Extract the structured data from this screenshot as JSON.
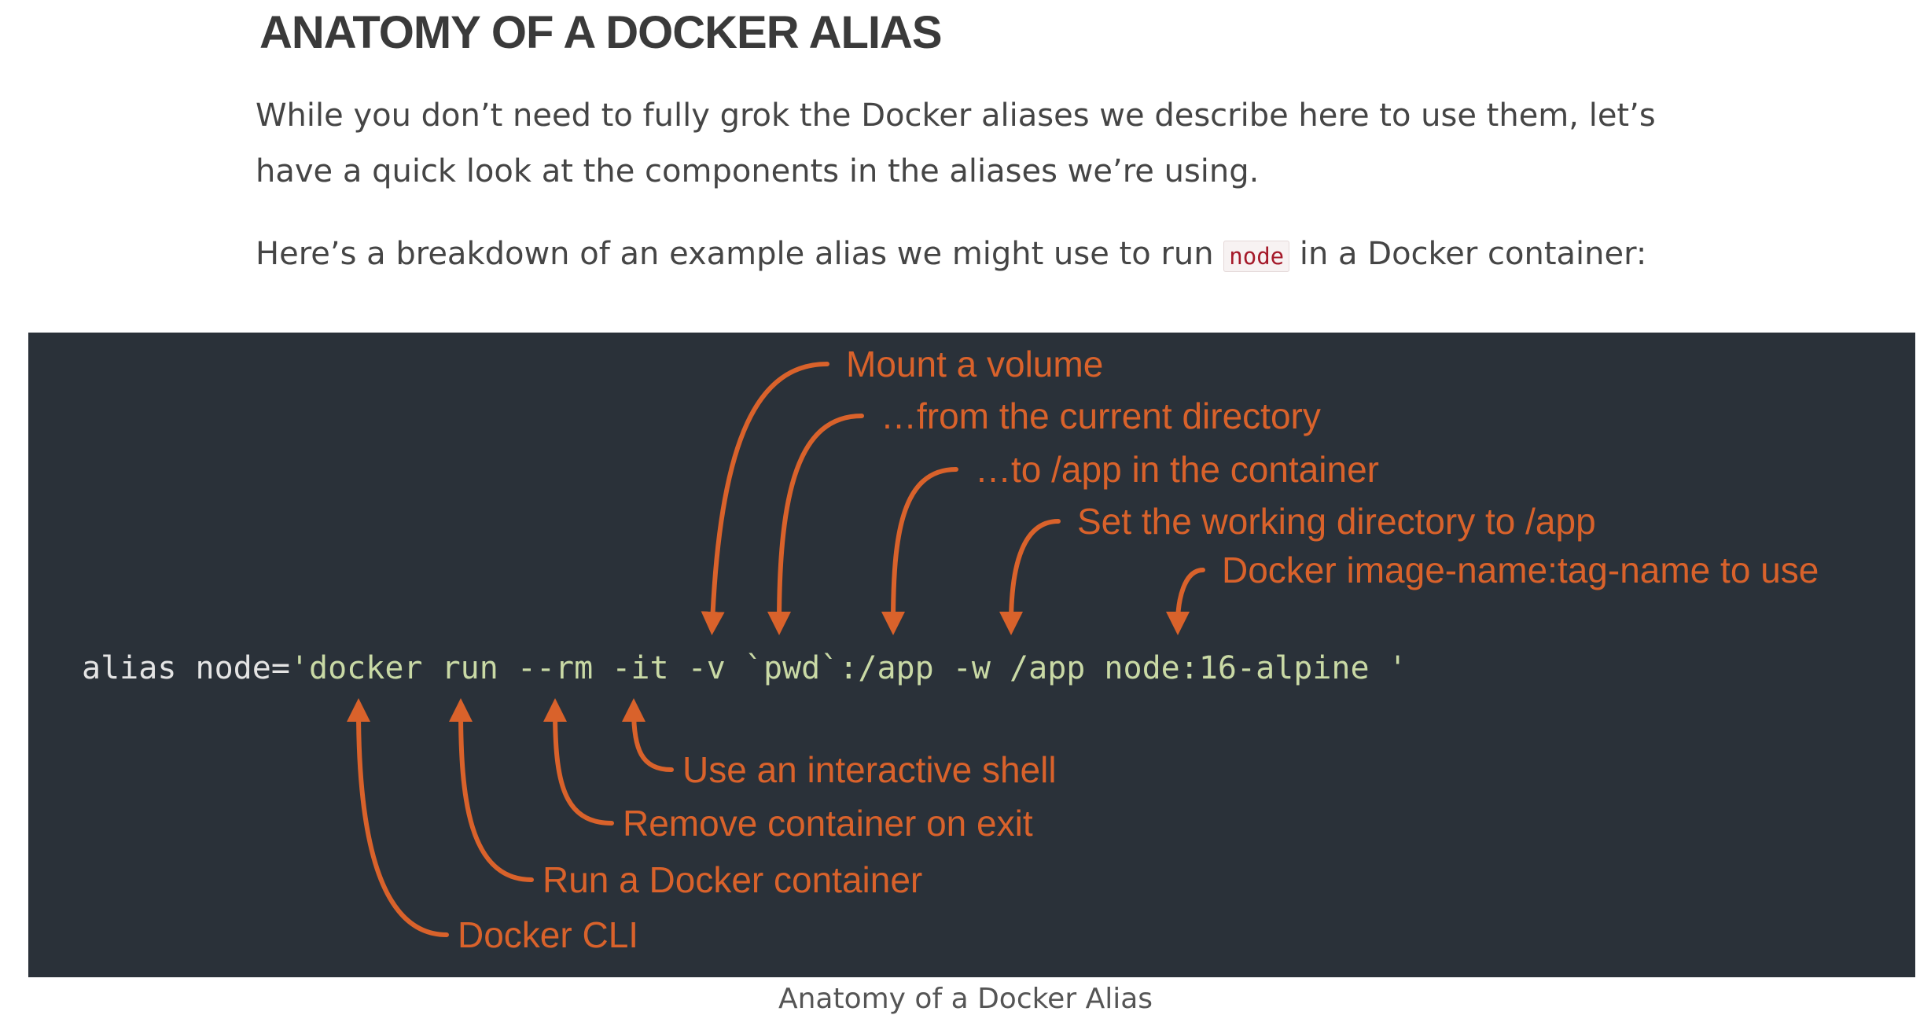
{
  "article": {
    "heading": "ANATOMY OF A DOCKER ALIAS",
    "paragraph1": "While you don’t need to fully grok the Docker aliases we describe here to use them, let’s have a quick look at the components in the aliases we’re using.",
    "paragraph2_before": "Here’s a breakdown of an example alias we might use to run ",
    "paragraph2_code": "node",
    "paragraph2_after": " in a Docker container:",
    "caption": "Anatomy of a Docker Alias"
  },
  "figure": {
    "code": {
      "prefix": "alias node=",
      "command": "'docker run --rm -it -v `pwd`:/app -w /app node:16-alpine '"
    },
    "annotations_top": [
      "Mount a volume",
      "…from the current directory",
      "…to /app in the container",
      "Set the working directory to /app",
      "Docker image-name:tag-name to use"
    ],
    "annotations_bottom": [
      "Use an interactive shell",
      "Remove container on exit",
      "Run a Docker container",
      "Docker CLI"
    ],
    "colors": {
      "background": "#2a3139",
      "accent": "#d9622b",
      "code_plain": "#e4e4e4",
      "code_string": "#c9d9a5"
    }
  }
}
